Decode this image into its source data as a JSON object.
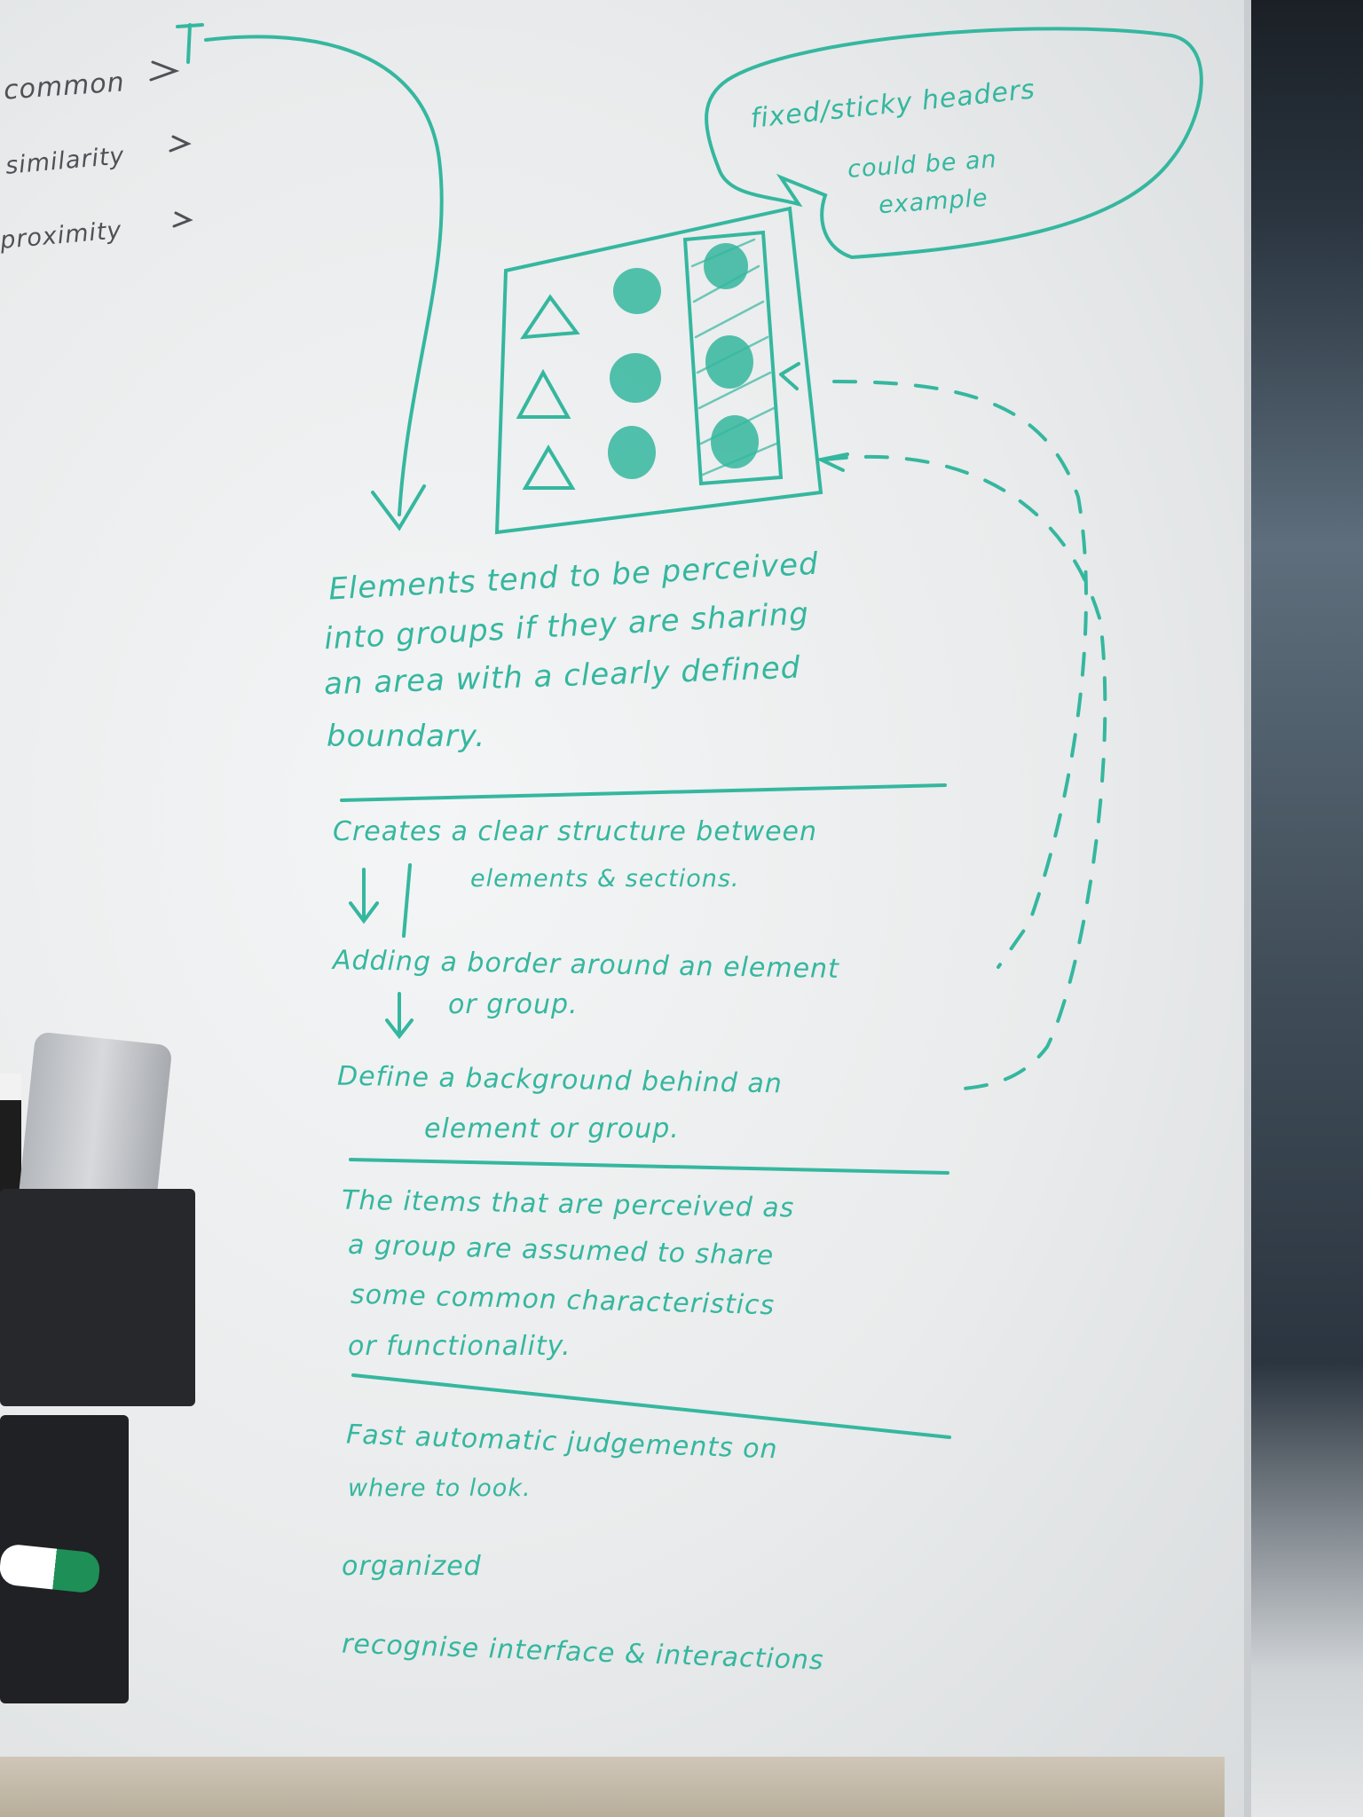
{
  "whiteboard": {
    "side_notes": [
      "common",
      "similarity",
      "proximity"
    ],
    "callout": [
      "fixed/sticky headers",
      "could be an",
      "example"
    ],
    "definition": [
      "Elements tend to be perceived",
      "into groups if they are sharing",
      "an area with a clearly defined",
      "boundary."
    ],
    "structure": [
      "Creates a clear structure between",
      "elements & sections."
    ],
    "border_note": [
      "Adding a border around an element",
      "or group."
    ],
    "background_note": [
      "Define a background behind an",
      "element or group."
    ],
    "assumption": [
      "The items that are perceived as",
      "a group are assumed to share",
      "some common characteristics",
      "or functionality."
    ],
    "benefits": [
      "Fast automatic judgements on",
      "where to look.",
      "organized",
      "recognise interface & interactions"
    ]
  },
  "colors": {
    "ink_teal": "#35b79f",
    "ink_gray": "#4e5156"
  }
}
